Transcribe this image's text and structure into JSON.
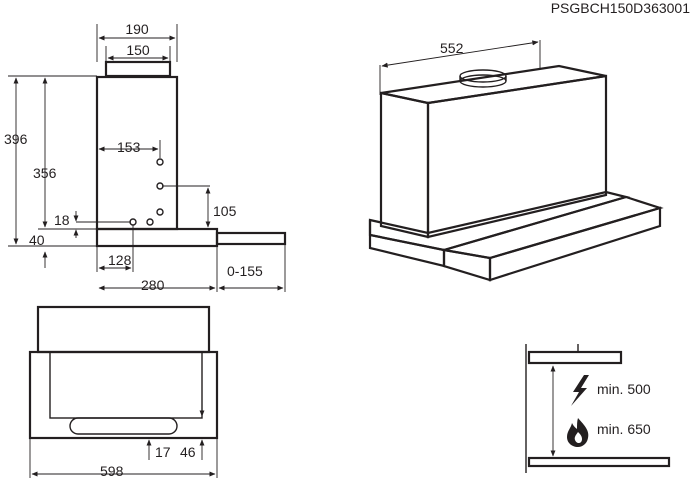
{
  "doc_code": "PSGBCH150D363001",
  "side_view": {
    "width_outer": "190",
    "width_inner": "150",
    "height_total": "396",
    "height_body": "356",
    "center_offset": "153",
    "outlet_height": "105",
    "hole_offset": "18",
    "base_height": "40",
    "hole_spacing": "128",
    "depth": "280",
    "slide_out": "0-155"
  },
  "perspective_view": {
    "width": "552"
  },
  "front_view": {
    "width": "598",
    "offset_left": "17",
    "offset_right": "46"
  },
  "clearance": {
    "electric_label": "min. 500",
    "gas_label": "min. 650",
    "electric_icon": "lightning-icon",
    "gas_icon": "flame-icon"
  }
}
